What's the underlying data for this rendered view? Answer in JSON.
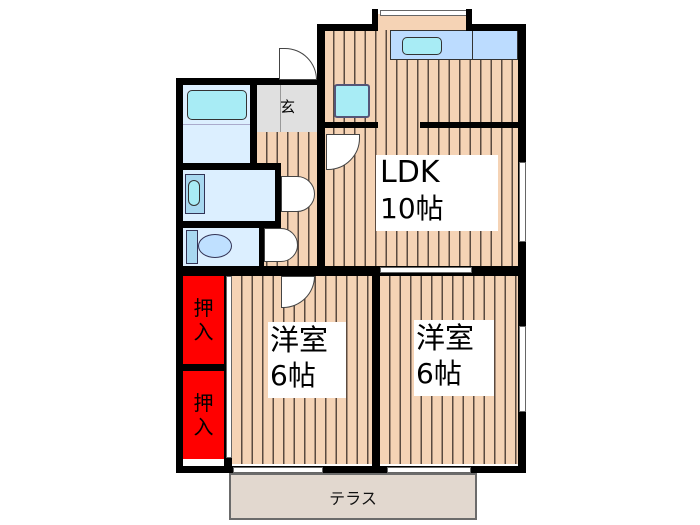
{
  "floorplan": {
    "rooms": [
      {
        "id": "ldk",
        "name": "LDK",
        "size": "10帖"
      },
      {
        "id": "western-1",
        "name": "洋室",
        "size": "6帖"
      },
      {
        "id": "western-2",
        "name": "洋室",
        "size": "6帖"
      }
    ],
    "entrance": {
      "label": "玄"
    },
    "closets": [
      {
        "label_line1": "押",
        "label_line2": "入"
      },
      {
        "label_line1": "押",
        "label_line2": "入"
      }
    ],
    "terrace": {
      "label": "テラス"
    },
    "colors": {
      "wall": "#000000",
      "floor": "#f5d3b5",
      "wet_area": "#dcefff",
      "fixture": "#a8ecf5",
      "closet": "#ff0000",
      "terrace": "#e2d8cf"
    }
  }
}
